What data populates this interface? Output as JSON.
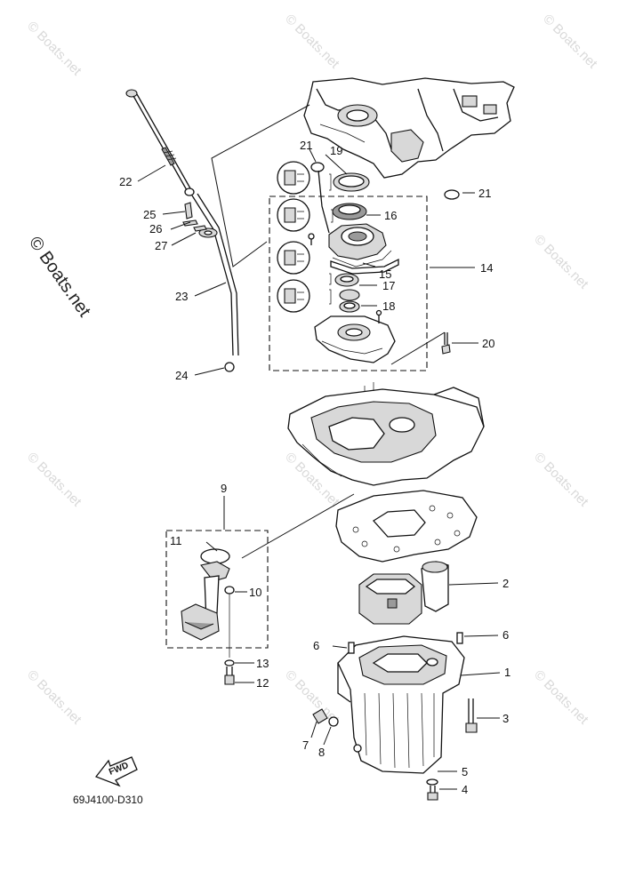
{
  "watermark": {
    "text": "© Boats.net",
    "large_text": "© Boats.net"
  },
  "diagram_code": "69J4100-D310",
  "fwd_label": "FWD",
  "labels": [
    {
      "id": "1",
      "text": "1"
    },
    {
      "id": "2",
      "text": "2"
    },
    {
      "id": "3",
      "text": "3"
    },
    {
      "id": "4",
      "text": "4"
    },
    {
      "id": "5",
      "text": "5"
    },
    {
      "id": "6a",
      "text": "6"
    },
    {
      "id": "6b",
      "text": "6"
    },
    {
      "id": "7",
      "text": "7"
    },
    {
      "id": "8",
      "text": "8"
    },
    {
      "id": "9",
      "text": "9"
    },
    {
      "id": "10",
      "text": "10"
    },
    {
      "id": "11",
      "text": "11"
    },
    {
      "id": "12",
      "text": "12"
    },
    {
      "id": "13",
      "text": "13"
    },
    {
      "id": "14",
      "text": "14"
    },
    {
      "id": "15",
      "text": "15"
    },
    {
      "id": "16",
      "text": "16"
    },
    {
      "id": "17",
      "text": "17"
    },
    {
      "id": "18",
      "text": "18"
    },
    {
      "id": "19",
      "text": "19"
    },
    {
      "id": "20",
      "text": "20"
    },
    {
      "id": "21a",
      "text": "21"
    },
    {
      "id": "21b",
      "text": "21"
    },
    {
      "id": "22",
      "text": "22"
    },
    {
      "id": "23",
      "text": "23"
    },
    {
      "id": "24",
      "text": "24"
    },
    {
      "id": "25",
      "text": "25"
    },
    {
      "id": "26",
      "text": "26"
    },
    {
      "id": "27",
      "text": "27"
    }
  ]
}
